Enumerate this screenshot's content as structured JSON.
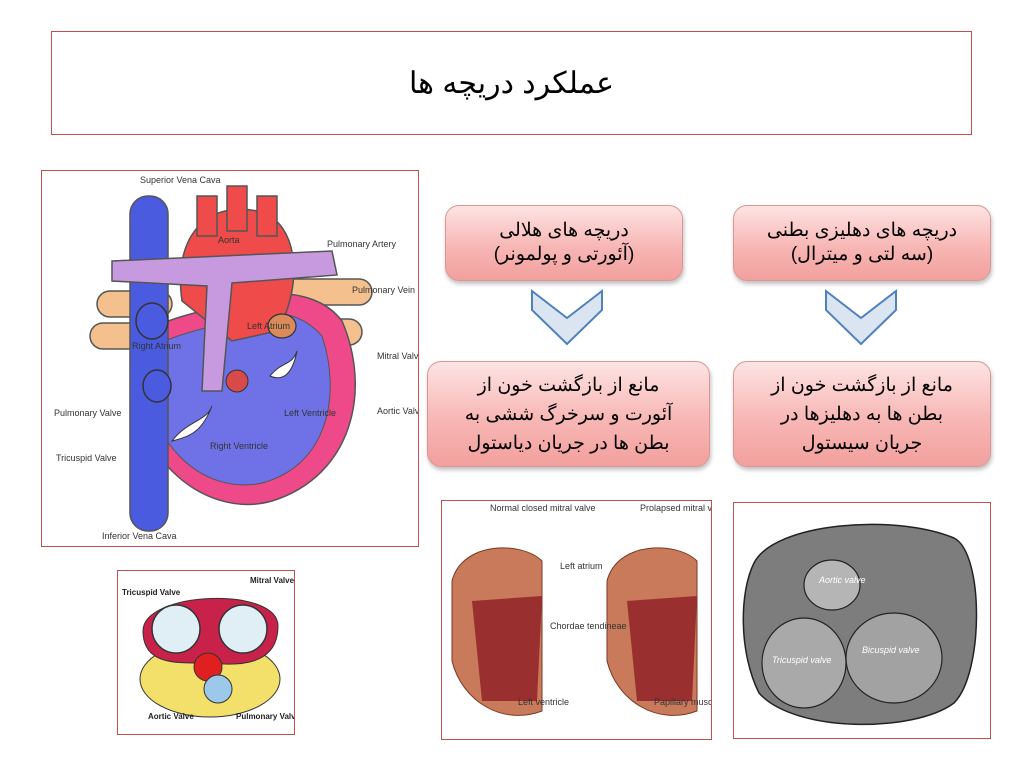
{
  "title": "عملکرد دریچه ها",
  "cards": {
    "semilunar": {
      "line1": "دریچه های هلالی",
      "line2": "(آئورتی و پولمونر)"
    },
    "av": {
      "line1": "دریچه های دهلیزی بطنی",
      "line2": "(سه لتی و میترال)"
    },
    "semilunar_func": {
      "line1": "مانع از بازگشت خون از",
      "line2": "آئورت و سرخرگ ششی به",
      "line3": "بطن ها در جریان دیاستول"
    },
    "av_func": {
      "line1": "مانع از بازگشت خون از",
      "line2": "بطن ها به دهلیزها در",
      "line3": "جریان سیستول"
    }
  },
  "heart_diagram": {
    "superior_vena_cava": "Superior Vena Cava",
    "aorta": "Aorta",
    "pulmonary_artery": "Pulmonary Artery",
    "pulmonary_vein": "Pulmonary Vein",
    "left_atrium": "Left Atrium",
    "right_atrium": "Right Atrium",
    "mitral_valve": "Mitral Valve",
    "aortic_valve": "Aortic Valve",
    "pulmonary_valve": "Pulmonary Valve",
    "left_ventricle": "Left Ventricle",
    "right_ventricle": "Right Ventricle",
    "tricuspid_valve": "Tricuspid Valve",
    "inferior_vena_cava": "Inferior Vena Cava"
  },
  "valves_top_view": {
    "tricuspid": "Tricuspid Valve",
    "mitral": "Mitral Valve",
    "aortic": "Aortic Valve",
    "pulmonary": "Pulmonary Valve"
  },
  "mitral_prolapse": {
    "normal": "Normal closed mitral valve",
    "prolapsed": "Prolapsed mitral valve",
    "left_atrium": "Left atrium",
    "chordae": "Chordae tendineae",
    "left_ventricle": "Left ventricle",
    "papillary": "Papillary muscles"
  },
  "engraving": {
    "aortic": "Aortic valve",
    "tricuspid": "Tricuspid valve",
    "bicuspid": "Bicuspid valve"
  },
  "colors": {
    "border": "#c0504d",
    "pill_top": "#fde4e3",
    "pill_bottom": "#f2a09d",
    "chevron_fill": "#dbe5f1",
    "chevron_stroke": "#4f81bd"
  }
}
